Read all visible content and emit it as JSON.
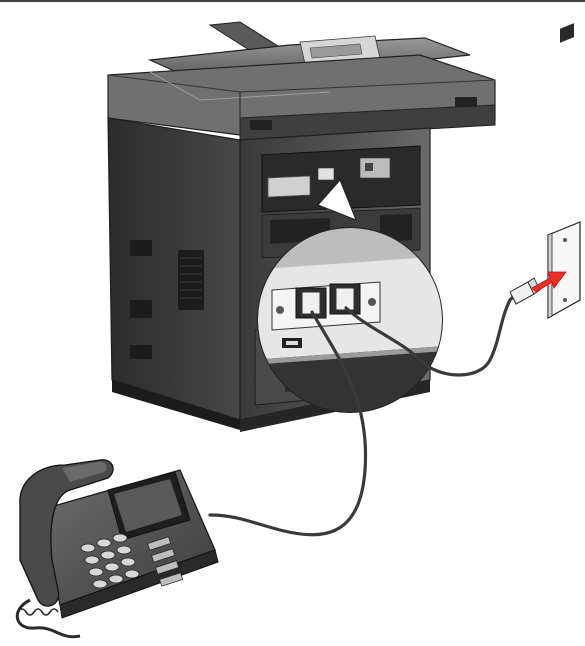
{
  "figure": {
    "description_icons": [
      "printer-icon",
      "telephone-icon",
      "wall-jack-icon",
      "magnifier-callout",
      "phone-cord",
      "rj11-plug"
    ],
    "colors": {
      "printer_body": "#4a4a4a",
      "printer_dark": "#2e2e2e",
      "printer_light": "#8a8a8a",
      "panel_light": "#dcdcdc",
      "wall_plate": "#f2f2f2",
      "accent_red": "#e8302a",
      "cord": "#3a3a3a"
    }
  }
}
